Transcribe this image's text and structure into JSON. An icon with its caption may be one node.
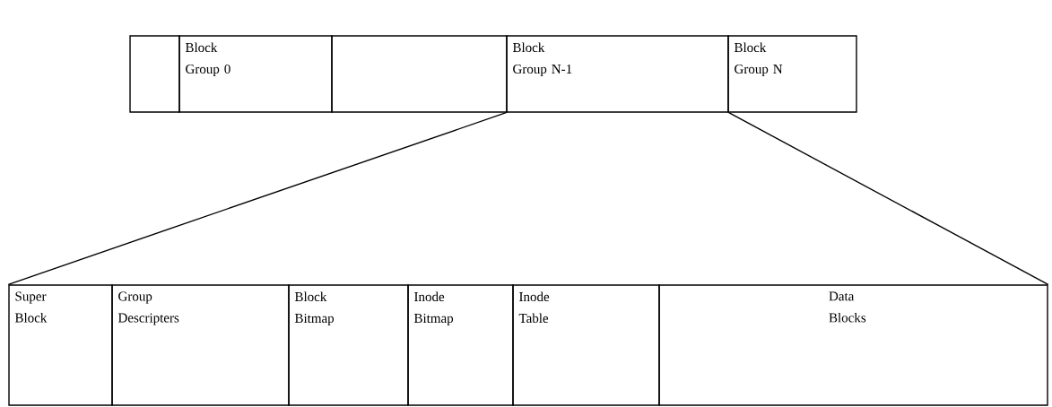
{
  "diagram": {
    "nodes": [
      {
        "text": [],
        "shape": "box"
      },
      {
        "text": [
          "Block Group 0"
        ]
      },
      {
        "text": [],
        "shape": "box"
      },
      {
        "text": [
          "Block Group N-1"
        ]
      },
      {
        "text": [
          "Block Group N"
        ]
      },
      {
        "text": [
          "Super Block"
        ]
      },
      {
        "text": [
          "Group Descripters"
        ]
      },
      {
        "text": [
          "Block Bitmap"
        ]
      },
      {
        "text": [
          "Inode Bitmap"
        ]
      },
      {
        "text": [
          "Inode Table"
        ]
      },
      {
        "text": [
          "Data Blocks"
        ]
      }
    ],
    "edges": [
      {
        "from": 3,
        "to": 5,
        "arrow": "none"
      },
      {
        "from": 3,
        "to": 10,
        "arrow": "none"
      }
    ]
  }
}
